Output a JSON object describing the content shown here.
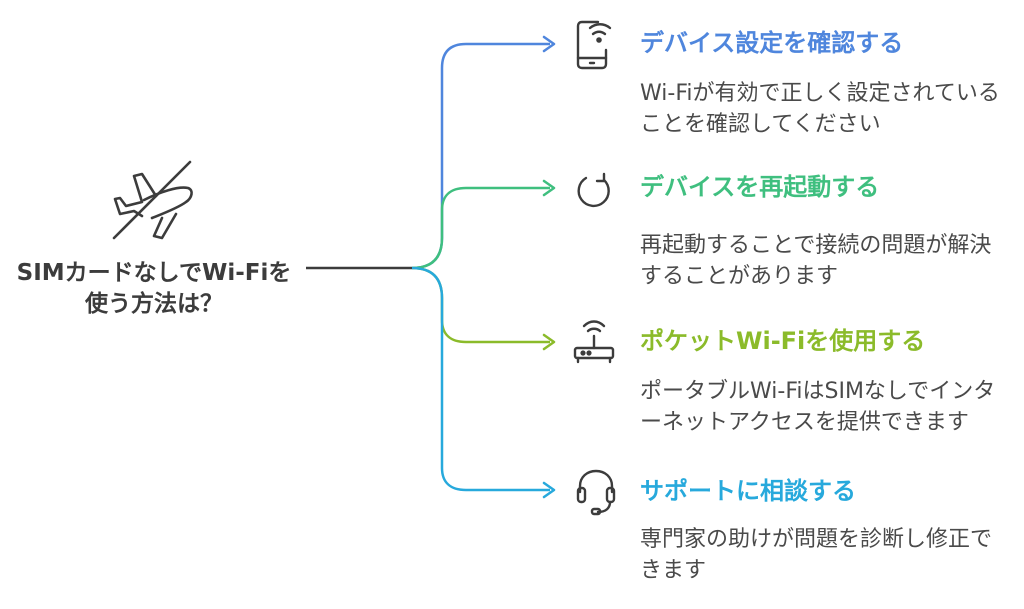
{
  "center": {
    "title": "SIMカードなしでWi-Fiを使う方法は？",
    "icon": "airplane-off-icon"
  },
  "colors": {
    "branch1": "#4f86dd",
    "branch2": "#3fbf7f",
    "branch3": "#8bbb2a",
    "branch4": "#27a9dc",
    "text": "#4a4a4a",
    "center_text": "#3c3c3c"
  },
  "branches": [
    {
      "title": "デバイス設定を確認する",
      "description": "Wi-Fiが有効で正しく設定されていることを確認してください",
      "icon": "phone-wifi-icon"
    },
    {
      "title": "デバイスを再起動する",
      "description": "再起動することで接続の問題が解決することがあります",
      "icon": "restart-icon"
    },
    {
      "title": "ポケットWi-Fiを使用する",
      "description": "ポータブルWi-FiはSIMなしでインターネットアクセスを提供できます",
      "icon": "router-icon"
    },
    {
      "title": "サポートに相談する",
      "description": "専門家の助けが問題を診断し修正できます",
      "icon": "headset-icon"
    }
  ]
}
